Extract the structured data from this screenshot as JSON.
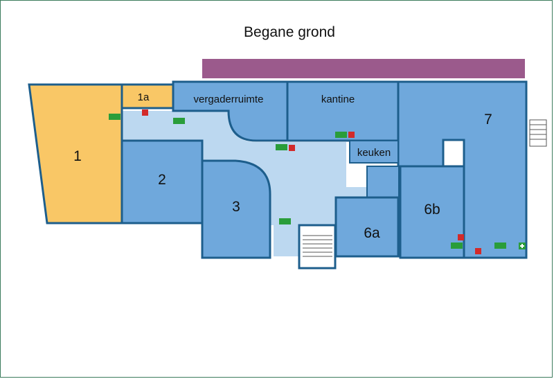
{
  "title": "Begane grond",
  "colors": {
    "frame": "#3b7b5c",
    "wall": "#1d5e8c",
    "room_blue": "#6fa8dc",
    "corridor": "#bcd8f0",
    "room_orange": "#f9c766",
    "roof_purple": "#9b5a8c",
    "exit_green": "#2a9d3a",
    "extinguisher_red": "#d22a2a"
  },
  "rooms": [
    {
      "id": "1",
      "label": "1"
    },
    {
      "id": "1a",
      "label": "1a"
    },
    {
      "id": "2",
      "label": "2"
    },
    {
      "id": "3",
      "label": "3"
    },
    {
      "id": "vergaderruimte",
      "label": "vergaderruimte"
    },
    {
      "id": "kantine",
      "label": "kantine"
    },
    {
      "id": "keuken",
      "label": "keuken"
    },
    {
      "id": "6a",
      "label": "6a"
    },
    {
      "id": "6b",
      "label": "6b"
    },
    {
      "id": "7",
      "label": "7"
    }
  ],
  "icons": [
    "emergency-exit-icon",
    "fire-extinguisher-icon",
    "first-aid-icon",
    "stairs-icon",
    "toilet-icon",
    "elevator-icon"
  ]
}
